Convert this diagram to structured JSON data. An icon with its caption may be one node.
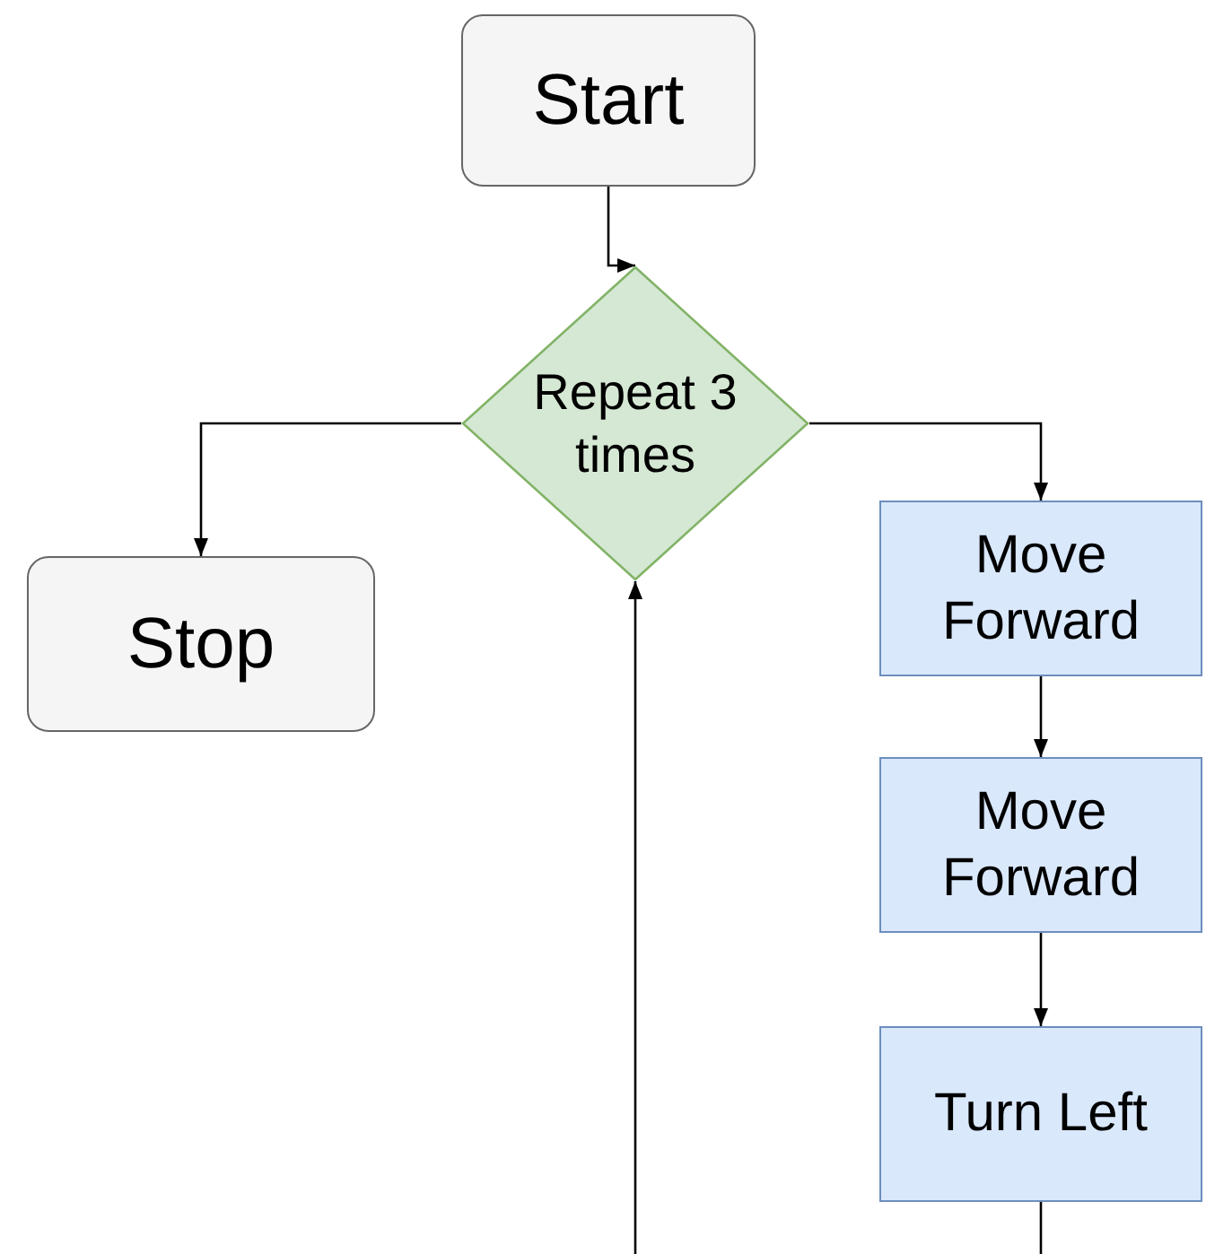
{
  "diagram": {
    "nodes": [
      {
        "text": [
          "Start"
        ]
      },
      {
        "text": [
          "Repeat 3 times"
        ]
      },
      {
        "text": [
          "Stop"
        ]
      },
      {
        "text": [
          "Move Forward"
        ]
      },
      {
        "text": [
          "Move Forward"
        ]
      },
      {
        "text": [
          "Turn Left"
        ]
      }
    ],
    "edges": [
      {
        "from": 0,
        "to": 1,
        "arrow": "to"
      },
      {
        "from": 1,
        "to": 2,
        "arrow": "to"
      },
      {
        "from": 1,
        "to": 3,
        "arrow": "to"
      },
      {
        "from": 3,
        "to": 4,
        "arrow": "to"
      },
      {
        "from": 4,
        "to": 5,
        "arrow": "to"
      },
      {
        "from": 5,
        "to": null,
        "arrow": "none"
      },
      {
        "from": null,
        "to": 1,
        "arrow": "to"
      }
    ]
  }
}
